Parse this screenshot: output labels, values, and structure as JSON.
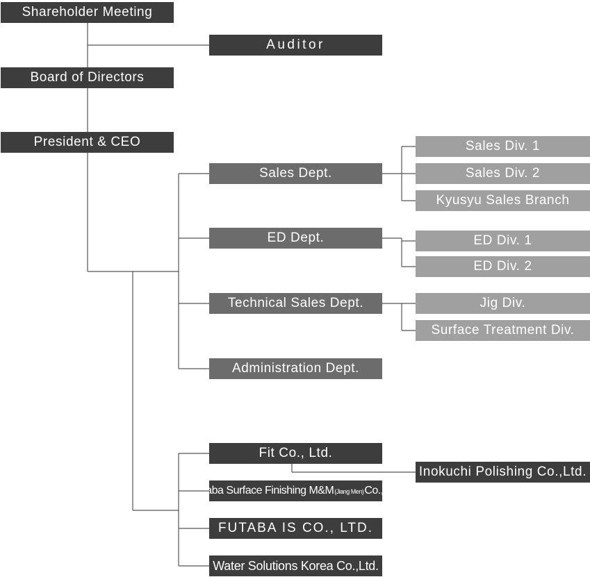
{
  "top": {
    "shareholder_meeting": "Shareholder Meeting",
    "auditor": "Auditor",
    "board_of_directors": "Board of Directors",
    "president_ceo": "President & CEO"
  },
  "departments": {
    "sales": {
      "label": "Sales Dept.",
      "divisions": [
        "Sales Div. 1",
        "Sales Div. 2",
        "Kyusyu Sales Branch"
      ]
    },
    "ed": {
      "label": "ED Dept.",
      "divisions": [
        "ED Div. 1",
        "ED Div. 2"
      ]
    },
    "technical_sales": {
      "label": "Technical Sales Dept.",
      "divisions": [
        "Jig Div.",
        "Surface Treatment Div."
      ]
    },
    "administration": {
      "label": "Administration Dept."
    }
  },
  "subsidiaries": {
    "fit": "Fit Co., Ltd.",
    "inokuchi": "Inokuchi Polishing Co.,Ltd.",
    "futaba_sf_pre": "Futaba Surface Finishing M&M",
    "futaba_sf_small": "(Jiang Men)",
    "futaba_sf_post": "Co.,Ltd.",
    "futaba_is": "FUTABA IS CO., LTD.",
    "water_solutions": "Water Solutions Korea Co.,Ltd."
  },
  "colors": {
    "dark_box": "#3d3d3d",
    "mid_box": "#6c6c6c",
    "light_box": "#a0a0a0",
    "connector": "#555555"
  }
}
